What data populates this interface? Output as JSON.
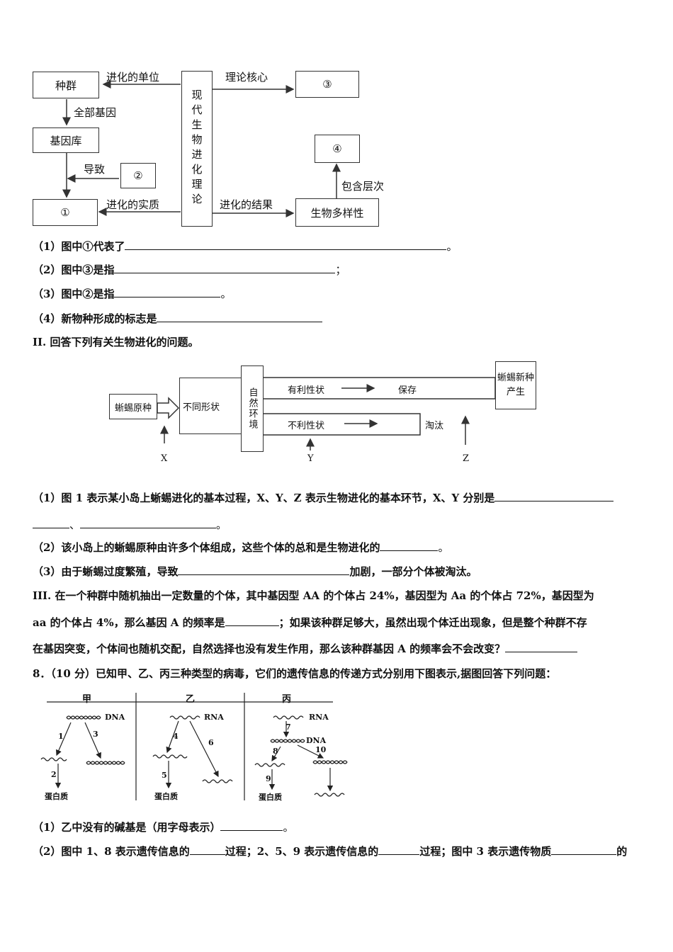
{
  "diagram1": {
    "zhongqun": "种群",
    "jiyinku": "基因库",
    "box1": "①",
    "box2": "②",
    "box3": "③",
    "box4": "④",
    "center": "现代生物进化理论",
    "biodiv": "生物多样性",
    "e_unit": "进化的单位",
    "e_core": "理论核心",
    "e_allgene": "全部基因",
    "e_lead": "导致",
    "e_essence": "进化的实质",
    "e_result": "进化的结果",
    "e_level": "包含层次"
  },
  "q1": [
    {
      "label": "（1）图中①代表了",
      "tail": "。"
    },
    {
      "label": "（2）图中③是指",
      "tail": "；"
    },
    {
      "label": "（3）图中②是指",
      "tail": "。"
    },
    {
      "label": "（4）新物种形成的标志是",
      "tail": ""
    }
  ],
  "sec2_title": "II. 回答下列有关生物进化的问题。",
  "diagram2": {
    "origin": "蜥蜴原种",
    "traits": "不同形状",
    "env": "自然环境",
    "good": "有利性状",
    "keep": "保存",
    "bad": "不利性状",
    "elim": "淘汰",
    "newsp": "蜥蜴新种产生",
    "x": "X",
    "y": "Y",
    "z": "Z"
  },
  "q2": {
    "p1a": "（1）图 1 表示某小岛上蜥蜴进化的基本过程，X、Y、Z 表示生物进化的基本环节，X、Y 分别是",
    "p1b_sep": "、",
    "p1b_tail": "。",
    "p2": "（2）该小岛上的蜥蜴原种由许多个体组成，这些个体的总和是生物进化的",
    "p2_tail": "。",
    "p3a": "（3）由于蜥蜴过度繁殖，导致",
    "p3b": "加剧，一部分个体被淘汰。"
  },
  "sec3": {
    "l1": "III. 在一个种群中随机抽出一定数量的个体，其中基因型 AA 的个体占 24%，基因型为 Aa 的个体占 72%，基因型为",
    "l2a": "aa 的个体占 4%，那么基因 A 的频率是",
    "l2b": "；如果该种群足够大，虽然出现个体迁出现象，但是整个种群不存",
    "l3": "在基因突变，个体间也随机交配，自然选择也没有发生作用，那么该种群基因 A 的频率会不会改变？"
  },
  "q8": "8．（10 分）已知甲、乙、丙三种类型的病毒，它们的遗传信息的传递方式分别用下图表示,据图回答下列问题：",
  "diagram3": {
    "jia": "甲",
    "yi": "乙",
    "bing": "丙",
    "dna": "DNA",
    "rna": "RNA",
    "protein": "蛋白质",
    "n1": "1",
    "n2": "2",
    "n3": "3",
    "n4": "4",
    "n5": "5",
    "n6": "6",
    "n7": "7",
    "n8": "8",
    "n9": "9",
    "n10": "10"
  },
  "q8_sub": {
    "s1": "（1）乙中没有的碱基是（用字母表示）",
    "s1_tail": "。",
    "s2a": "（2）图中 1、8 表示遗传信息的",
    "s2b": "过程；2、5、9 表示遗传信息的",
    "s2c": "过程；图中 3 表示遗传物质",
    "s2d": "的"
  }
}
